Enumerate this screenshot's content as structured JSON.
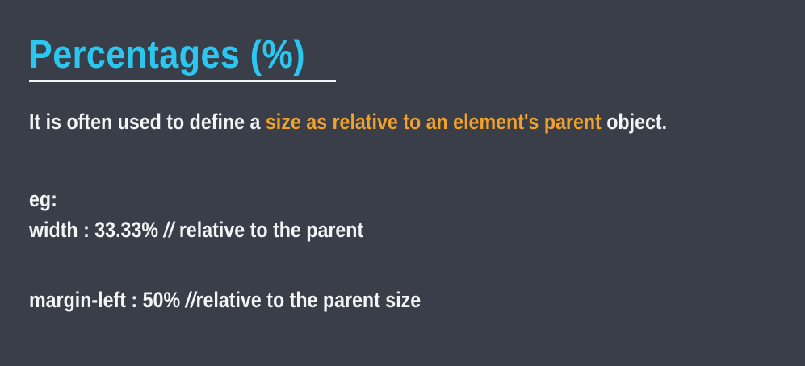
{
  "slide": {
    "title": "Percentages (%)",
    "intro": {
      "before": "It is often used to define a ",
      "highlight": "size as relative to an element's parent",
      "after": " object."
    },
    "eg_label": "eg:",
    "examples": [
      {
        "code": "width : 33.33% ",
        "comment_marker": "//",
        "comment": " relative to the parent"
      },
      {
        "code": "margin-left : 50% ",
        "comment_marker": "//",
        "comment": "relative to the parent size"
      }
    ]
  },
  "colors": {
    "background": "#393e48",
    "title": "#2cc7f1",
    "highlight": "#f2a22a",
    "text": "#f3f4f6"
  }
}
